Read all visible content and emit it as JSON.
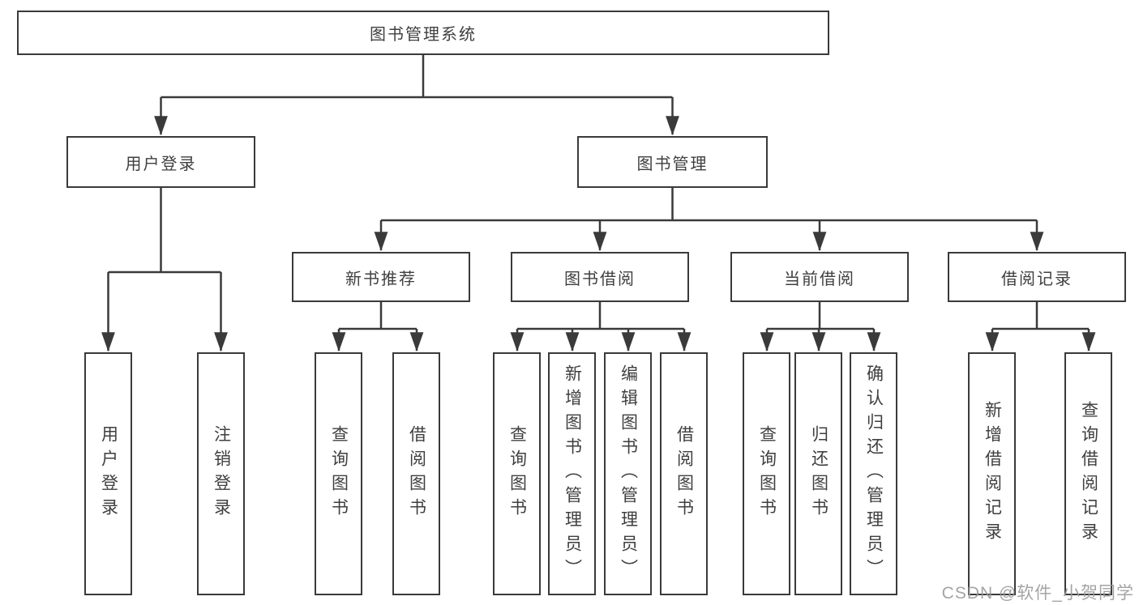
{
  "tree": {
    "label": "图书管理系统",
    "children": [
      {
        "label": "用户登录",
        "children": [
          {
            "label": "用户登录"
          },
          {
            "label": "注销登录"
          }
        ]
      },
      {
        "label": "图书管理",
        "children": [
          {
            "label": "新书推荐",
            "children": [
              {
                "label": "查询图书"
              },
              {
                "label": "借阅图书"
              }
            ]
          },
          {
            "label": "图书借阅",
            "children": [
              {
                "label": "查询图书"
              },
              {
                "label": "新增图书（管理员）"
              },
              {
                "label": "编辑图书（管理员）"
              },
              {
                "label": "借阅图书"
              }
            ]
          },
          {
            "label": "当前借阅",
            "children": [
              {
                "label": "查询图书"
              },
              {
                "label": "归还图书"
              },
              {
                "label": "确认归还（管理员）"
              }
            ]
          },
          {
            "label": "借阅记录",
            "children": [
              {
                "label": "新增借阅记录"
              },
              {
                "label": "查询借阅记录"
              }
            ]
          }
        ]
      }
    ]
  },
  "watermark": "CSDN @软件_小贺同学",
  "colors": {
    "line": "#3a3a3a",
    "text": "#3f3f3f",
    "watermark": "#9c9c9c",
    "background": "#ffffff"
  }
}
